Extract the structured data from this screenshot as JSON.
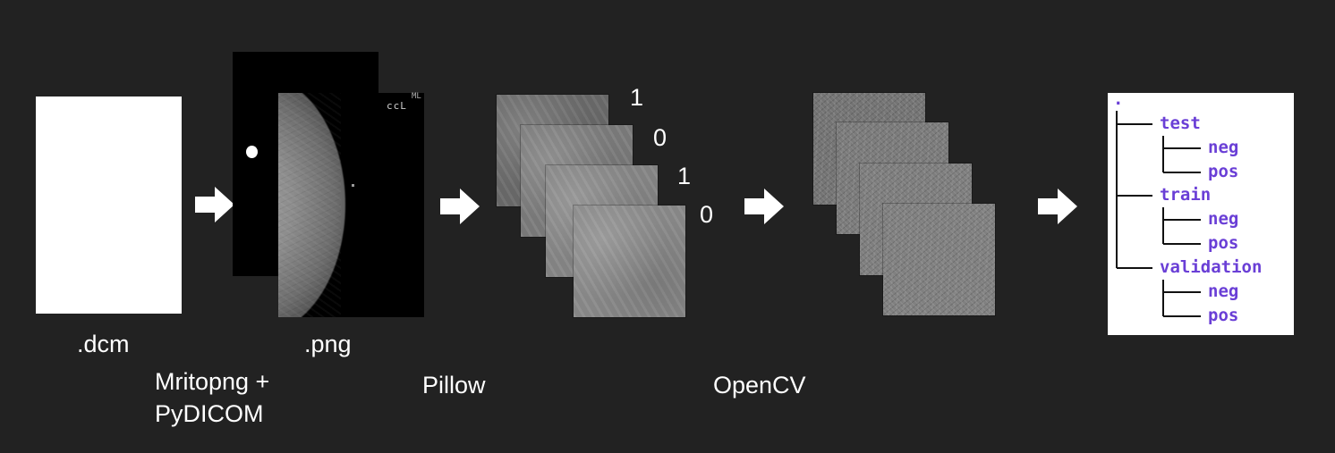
{
  "stages": {
    "dcm_label": ".dcm",
    "png_label": ".png",
    "tool1_line1": "Mritopng +",
    "tool1_line2": "PyDICOM",
    "tool2": "Pillow",
    "tool3": "OpenCV"
  },
  "png": {
    "marker": "ccL",
    "marker_small": "ML"
  },
  "patch_labels": [
    "1",
    "0",
    "1",
    "0"
  ],
  "tree": {
    "root": ".",
    "folders": [
      {
        "name": "test",
        "children": [
          "neg",
          "pos"
        ]
      },
      {
        "name": "train",
        "children": [
          "neg",
          "pos"
        ]
      },
      {
        "name": "validation",
        "children": [
          "neg",
          "pos"
        ]
      }
    ]
  },
  "colors": {
    "background": "#222222",
    "text": "#ffffff",
    "tree_text": "#6a3fd6",
    "tree_lines": "#111111"
  },
  "icons": [
    "arrow-right-icon"
  ]
}
